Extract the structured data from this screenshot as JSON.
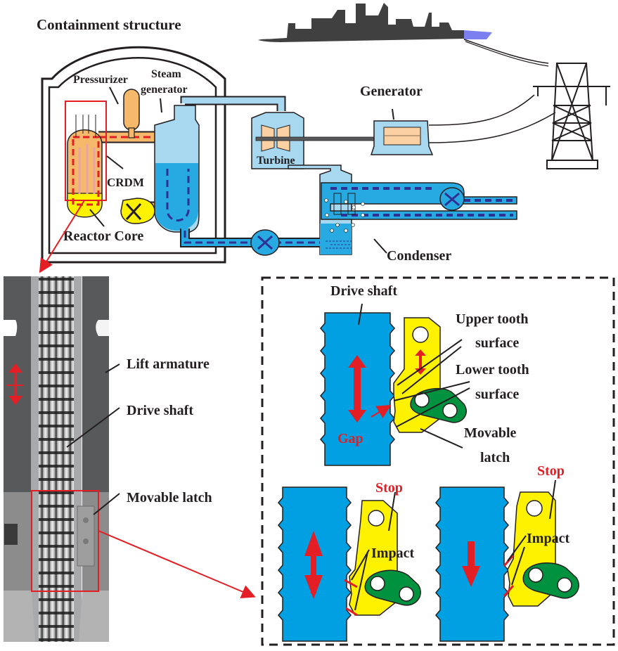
{
  "colors": {
    "outline": "#231f20",
    "primary_loop": "#f6b96b",
    "core_yellow": "#fff200",
    "loop_red_dash": "#e31e24",
    "steam_light_blue": "#a7d8f0",
    "water_blue": "#27aae1",
    "cold_dark_blue": "#2e3192",
    "turbine_rotor": "#fbd0a3",
    "shaft_blue": "#00a0e3",
    "latch_yellow": "#fff200",
    "link_green": "#00923f",
    "arrow_red": "#e31e24",
    "city_gray": "#404041",
    "city_accent": "#7b7ff0",
    "armature_gray": "#58595b"
  },
  "plant_diagram": {
    "title": "Containment structure",
    "labels": {
      "pressurizer": "Pressurizer",
      "steam_generator_line1": "Steam",
      "steam_generator_line2": "generator",
      "crdm": "CRDM",
      "reactor_core": "Reactor Core",
      "turbine": "Turbine",
      "generator": "Generator",
      "condenser": "Condenser"
    }
  },
  "crdm_section": {
    "labels": {
      "lift_armature": "Lift armature",
      "drive_shaft": "Drive shaft",
      "movable_latch": "Movable latch"
    }
  },
  "latch_detail": {
    "top": {
      "drive_shaft": "Drive shaft",
      "upper_tooth_line1": "Upper tooth",
      "upper_tooth_line2": "surface",
      "lower_tooth_line1": "Lower tooth",
      "lower_tooth_line2": "surface",
      "movable_latch_line1": "Movable",
      "movable_latch_line2": "latch",
      "gap": "Gap"
    },
    "bottom_left": {
      "stop": "Stop",
      "impact": "Impact"
    },
    "bottom_right": {
      "stop": "Stop",
      "impact": "Impact"
    }
  }
}
